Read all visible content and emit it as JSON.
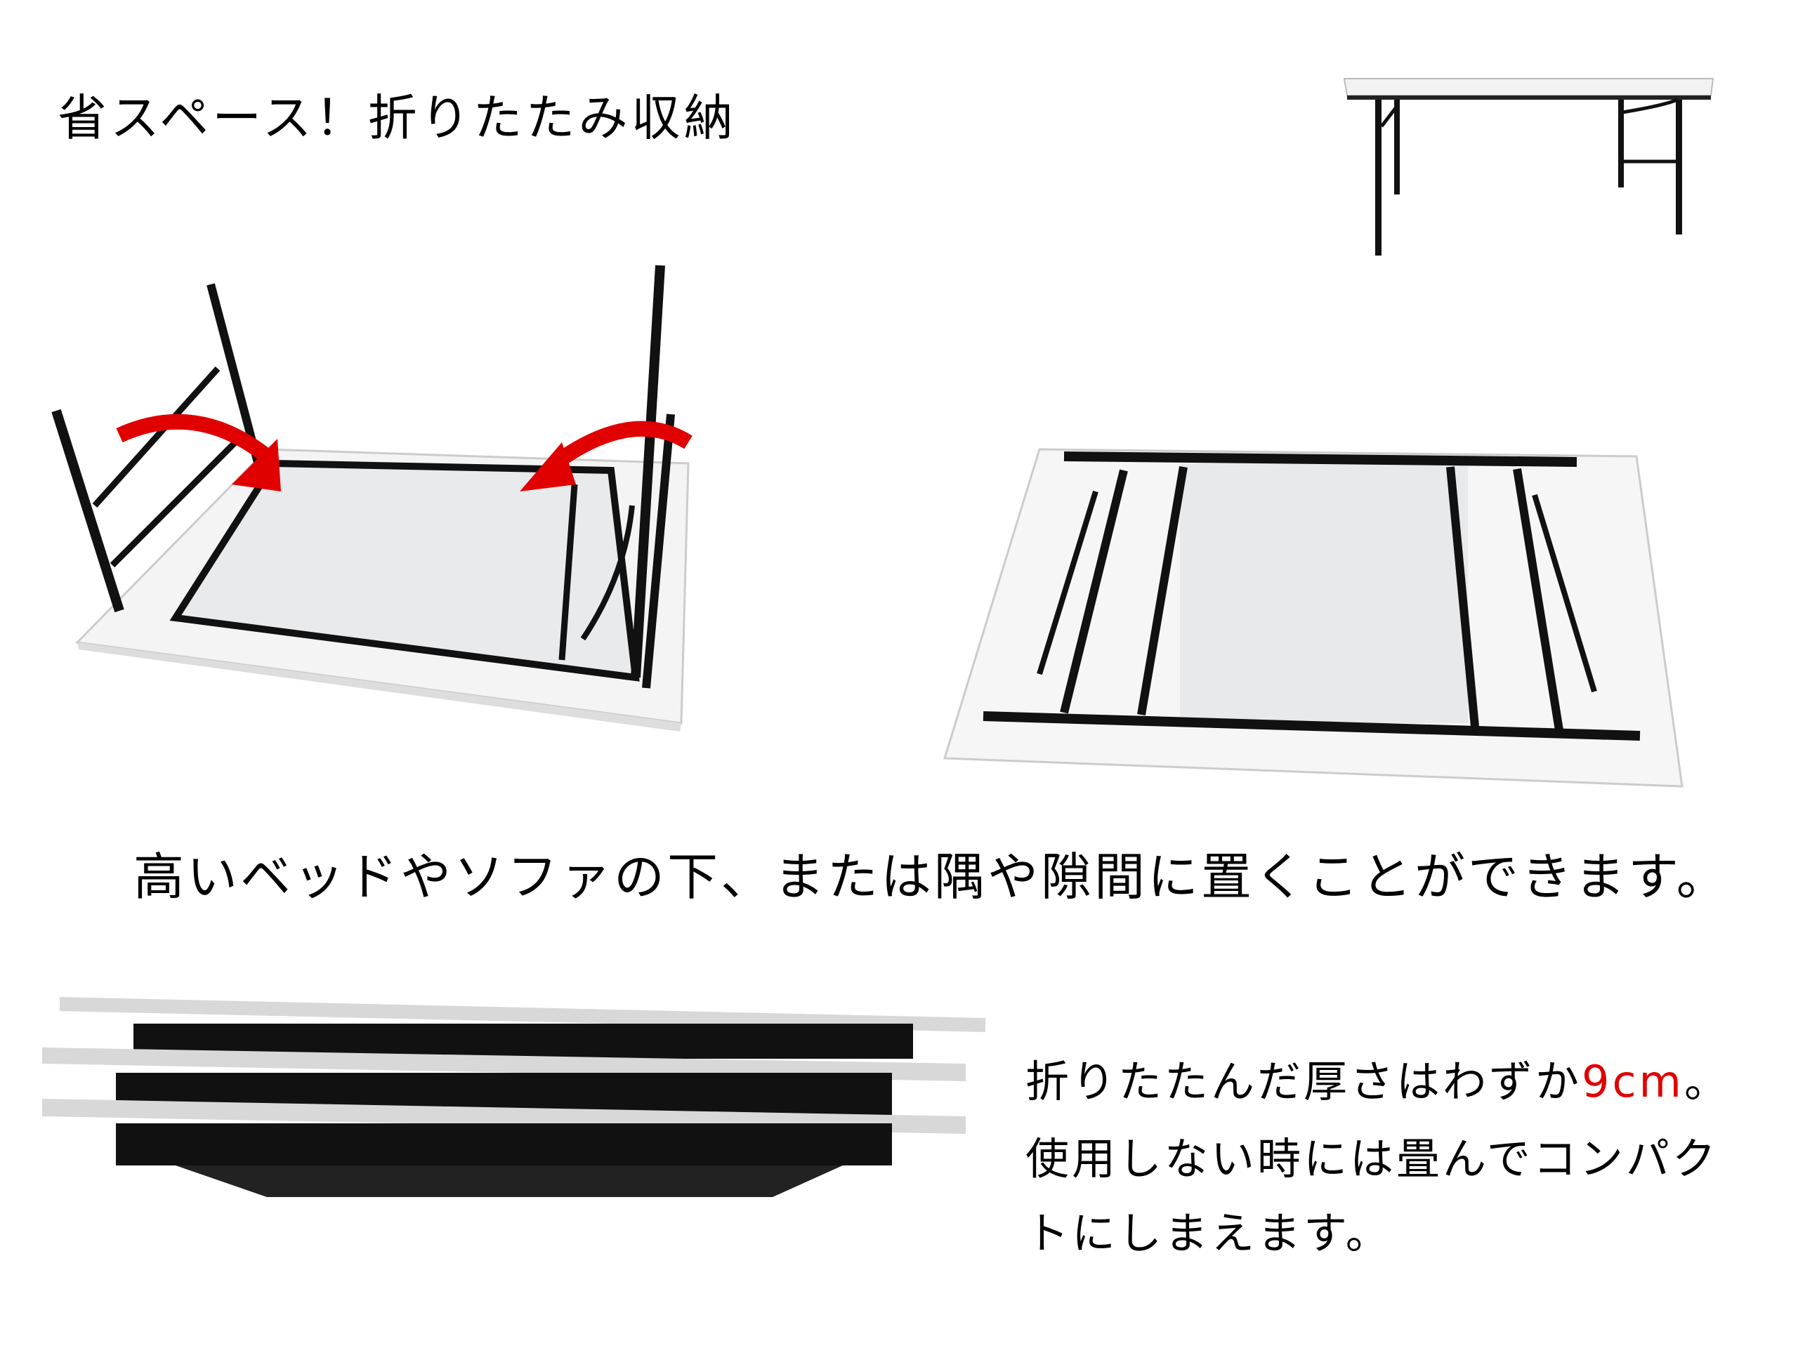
{
  "heading": "省スペース！折りたたみ収納",
  "middle_caption": "高いベッドやソファの下、または隅や隙間に置くことができます。",
  "bottom_caption": {
    "line1_prefix": "折りたたんだ厚さはわずか",
    "line1_highlight": "9cm",
    "line1_suffix": "。",
    "line2": "使用しない時には畳んでコンパク",
    "line3": "トにしまえます。"
  },
  "colors": {
    "highlight": "#e00000",
    "frame": "#111111",
    "arrow": "#e00000"
  }
}
